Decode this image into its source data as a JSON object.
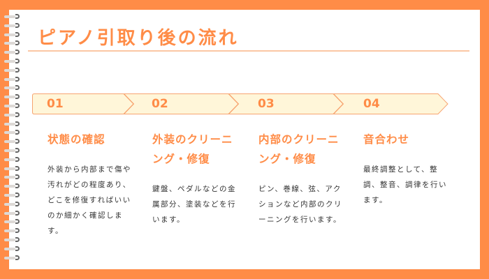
{
  "page": {
    "title": "ピアノ引取り後の流れ",
    "colors": {
      "frame": "#FF8C47",
      "accent": "#FF8C47",
      "step_fill": "#FFF6D9",
      "step_border": "#F7A470",
      "rule": "#FBC7A4",
      "text": "#333333"
    }
  },
  "steps": [
    {
      "number": "01",
      "title": "状態の確認",
      "description": "外装から内部まで傷や汚れがどの程度あり、どこを修復すればいいのか細かく確認します。"
    },
    {
      "number": "02",
      "title": "外装のクリーニング・修復",
      "description": "鍵盤、ペダルなどの金属部分、塗装などを行います。"
    },
    {
      "number": "03",
      "title": "内部のクリーニング・修復",
      "description": "ピン、巻線、弦、アクションなど内部のクリーニングを行います。"
    },
    {
      "number": "04",
      "title": "音合わせ",
      "description": "最終調整として、整調、整音、調律を行います。"
    }
  ]
}
